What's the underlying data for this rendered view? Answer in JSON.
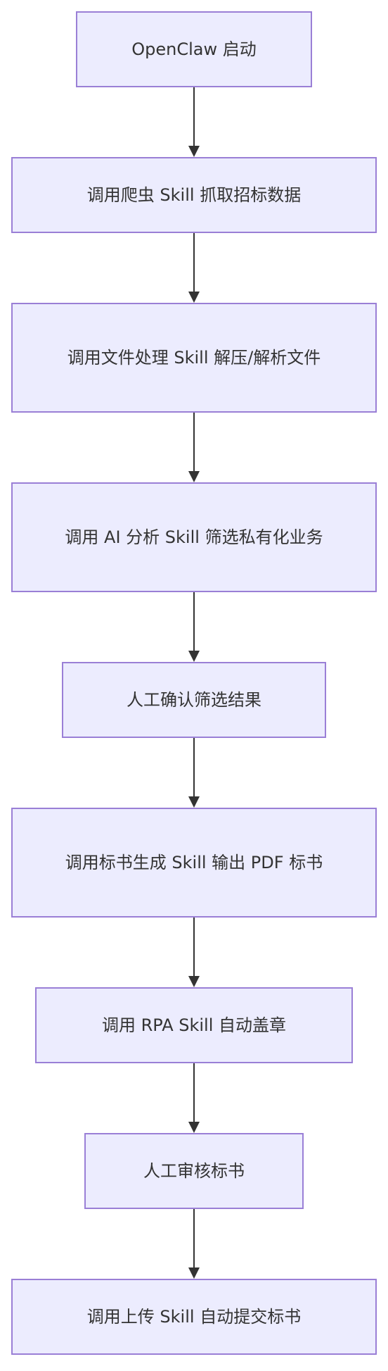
{
  "colors": {
    "node_fill": "#ececfe",
    "node_border": "#9a7fd6",
    "edge": "#333333",
    "text": "#333333"
  },
  "flow": {
    "nodes": [
      {
        "id": "start",
        "label": "OpenClaw 启动"
      },
      {
        "id": "crawl",
        "label": "调用爬虫 Skill 抓取招标数据"
      },
      {
        "id": "file",
        "label": "调用文件处理 Skill 解压/解析文件"
      },
      {
        "id": "ai",
        "label": "调用 AI 分析 Skill 筛选私有化业务"
      },
      {
        "id": "confirm",
        "label": "人工确认筛选结果"
      },
      {
        "id": "generate",
        "label": "调用标书生成 Skill 输出 PDF 标书"
      },
      {
        "id": "rpa",
        "label": "调用 RPA Skill 自动盖章"
      },
      {
        "id": "review",
        "label": "人工审核标书"
      },
      {
        "id": "upload",
        "label": "调用上传 Skill 自动提交标书"
      }
    ],
    "edges": [
      [
        "start",
        "crawl"
      ],
      [
        "crawl",
        "file"
      ],
      [
        "file",
        "ai"
      ],
      [
        "ai",
        "confirm"
      ],
      [
        "confirm",
        "generate"
      ],
      [
        "generate",
        "rpa"
      ],
      [
        "rpa",
        "review"
      ],
      [
        "review",
        "upload"
      ]
    ]
  }
}
